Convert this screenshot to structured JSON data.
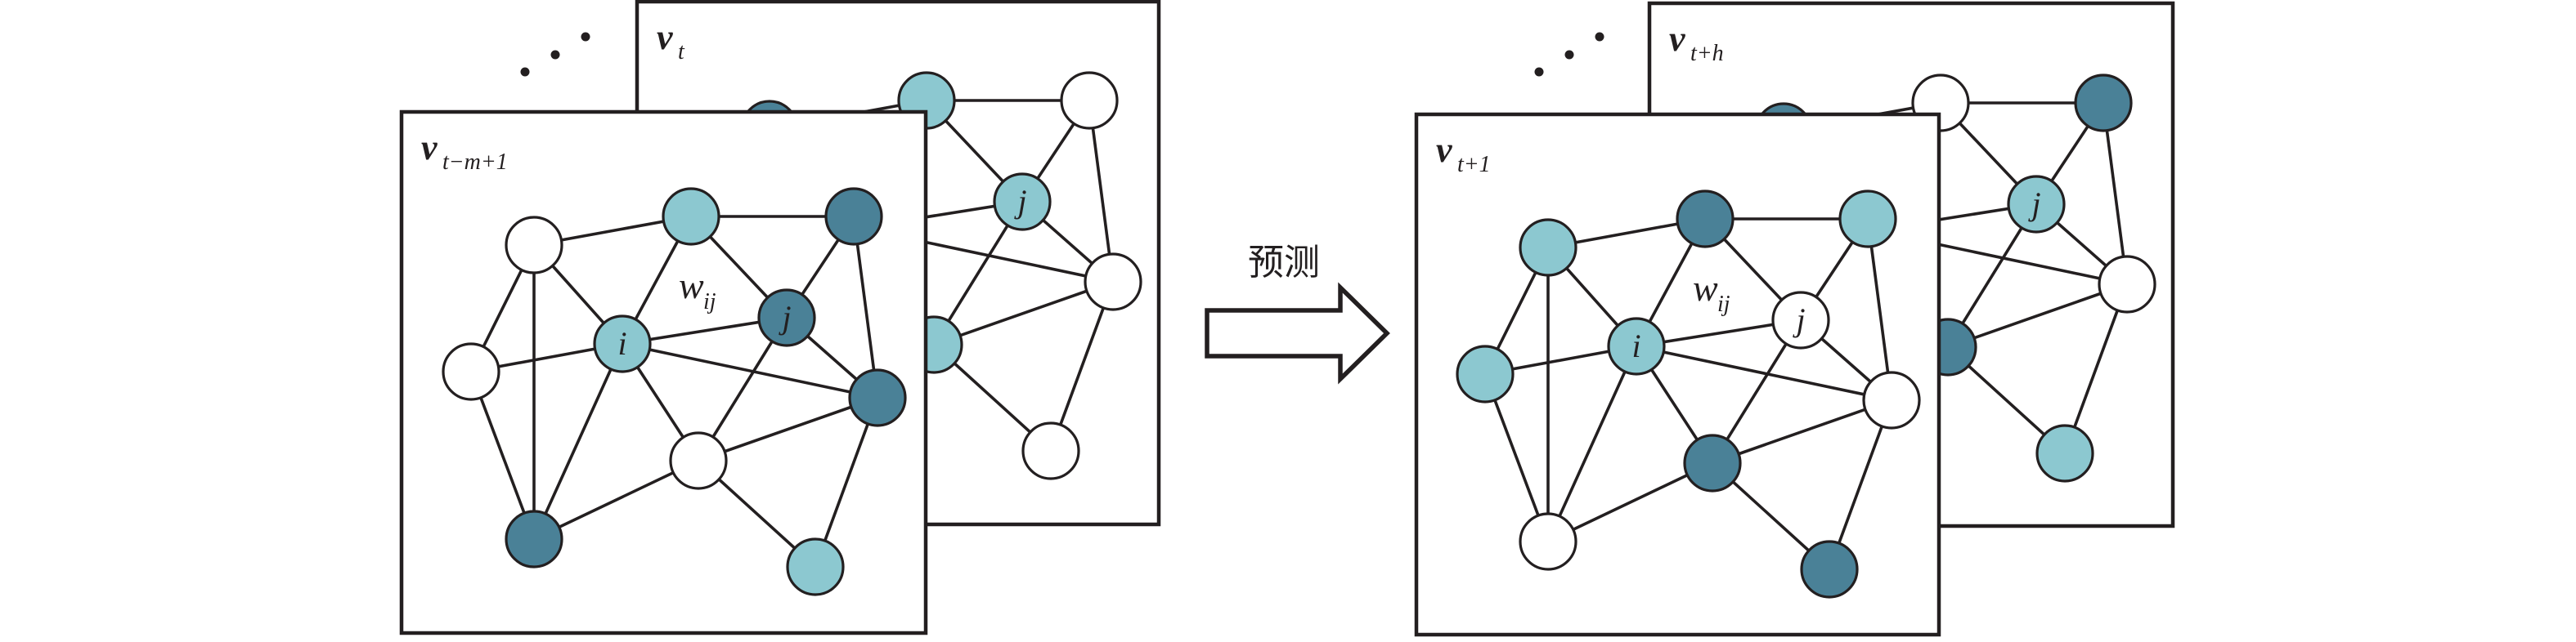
{
  "figure": {
    "description": "Dynamic graph sequence prediction: past snapshots predict future snapshots",
    "colors": {
      "light_node": "#8cc8d0",
      "dark_node": "#4a8197",
      "empty_node": "#ffffff",
      "stroke": "#231f20"
    },
    "arrow_label": "预测",
    "edge_weight_label": {
      "main": "w",
      "sub": "ij"
    },
    "node_ids": [
      "A",
      "B",
      "C",
      "D",
      "i",
      "j",
      "E",
      "F",
      "G",
      "H"
    ],
    "node_labels": {
      "i": "i",
      "j": "j"
    },
    "edges": [
      [
        "A",
        "B"
      ],
      [
        "A",
        "D"
      ],
      [
        "A",
        "G"
      ],
      [
        "A",
        "i"
      ],
      [
        "B",
        "C"
      ],
      [
        "B",
        "i"
      ],
      [
        "B",
        "j"
      ],
      [
        "C",
        "j"
      ],
      [
        "C",
        "E"
      ],
      [
        "D",
        "i"
      ],
      [
        "D",
        "G"
      ],
      [
        "i",
        "j"
      ],
      [
        "i",
        "E"
      ],
      [
        "i",
        "F"
      ],
      [
        "i",
        "G"
      ],
      [
        "j",
        "E"
      ],
      [
        "j",
        "F"
      ],
      [
        "E",
        "F"
      ],
      [
        "E",
        "H"
      ],
      [
        "F",
        "G"
      ],
      [
        "F",
        "H"
      ]
    ],
    "groups": [
      {
        "name": "history",
        "ellipsis": "...",
        "back_frame": {
          "label_main": "v",
          "label_sub": "t",
          "node_states": {
            "A": "dark",
            "B": "light",
            "C": "empty",
            "D": "empty",
            "i": "light",
            "j": "light",
            "E": "empty",
            "F": "light",
            "G": "dark",
            "H": "empty"
          },
          "labeled_nodes": [
            "j"
          ],
          "show_weight": false
        },
        "front_frame": {
          "label_main": "v",
          "label_sub": "t−m+1",
          "node_states": {
            "A": "empty",
            "B": "light",
            "C": "dark",
            "D": "empty",
            "i": "light",
            "j": "dark",
            "E": "dark",
            "F": "empty",
            "G": "dark",
            "H": "light"
          },
          "labeled_nodes": [
            "i",
            "j"
          ],
          "show_weight": true
        }
      },
      {
        "name": "prediction",
        "ellipsis": "...",
        "back_frame": {
          "label_main": "v",
          "label_sub": "t+h",
          "node_states": {
            "A": "dark",
            "B": "empty",
            "C": "dark",
            "D": "empty",
            "i": "light",
            "j": "light",
            "E": "empty",
            "F": "dark",
            "G": "empty",
            "H": "light"
          },
          "labeled_nodes": [
            "j"
          ],
          "show_weight": false
        },
        "front_frame": {
          "label_main": "v",
          "label_sub": "t+1",
          "node_states": {
            "A": "light",
            "B": "dark",
            "C": "light",
            "D": "light",
            "i": "light",
            "j": "empty",
            "E": "empty",
            "F": "dark",
            "G": "empty",
            "H": "dark"
          },
          "labeled_nodes": [
            "i",
            "j"
          ],
          "show_weight": true
        }
      }
    ]
  }
}
